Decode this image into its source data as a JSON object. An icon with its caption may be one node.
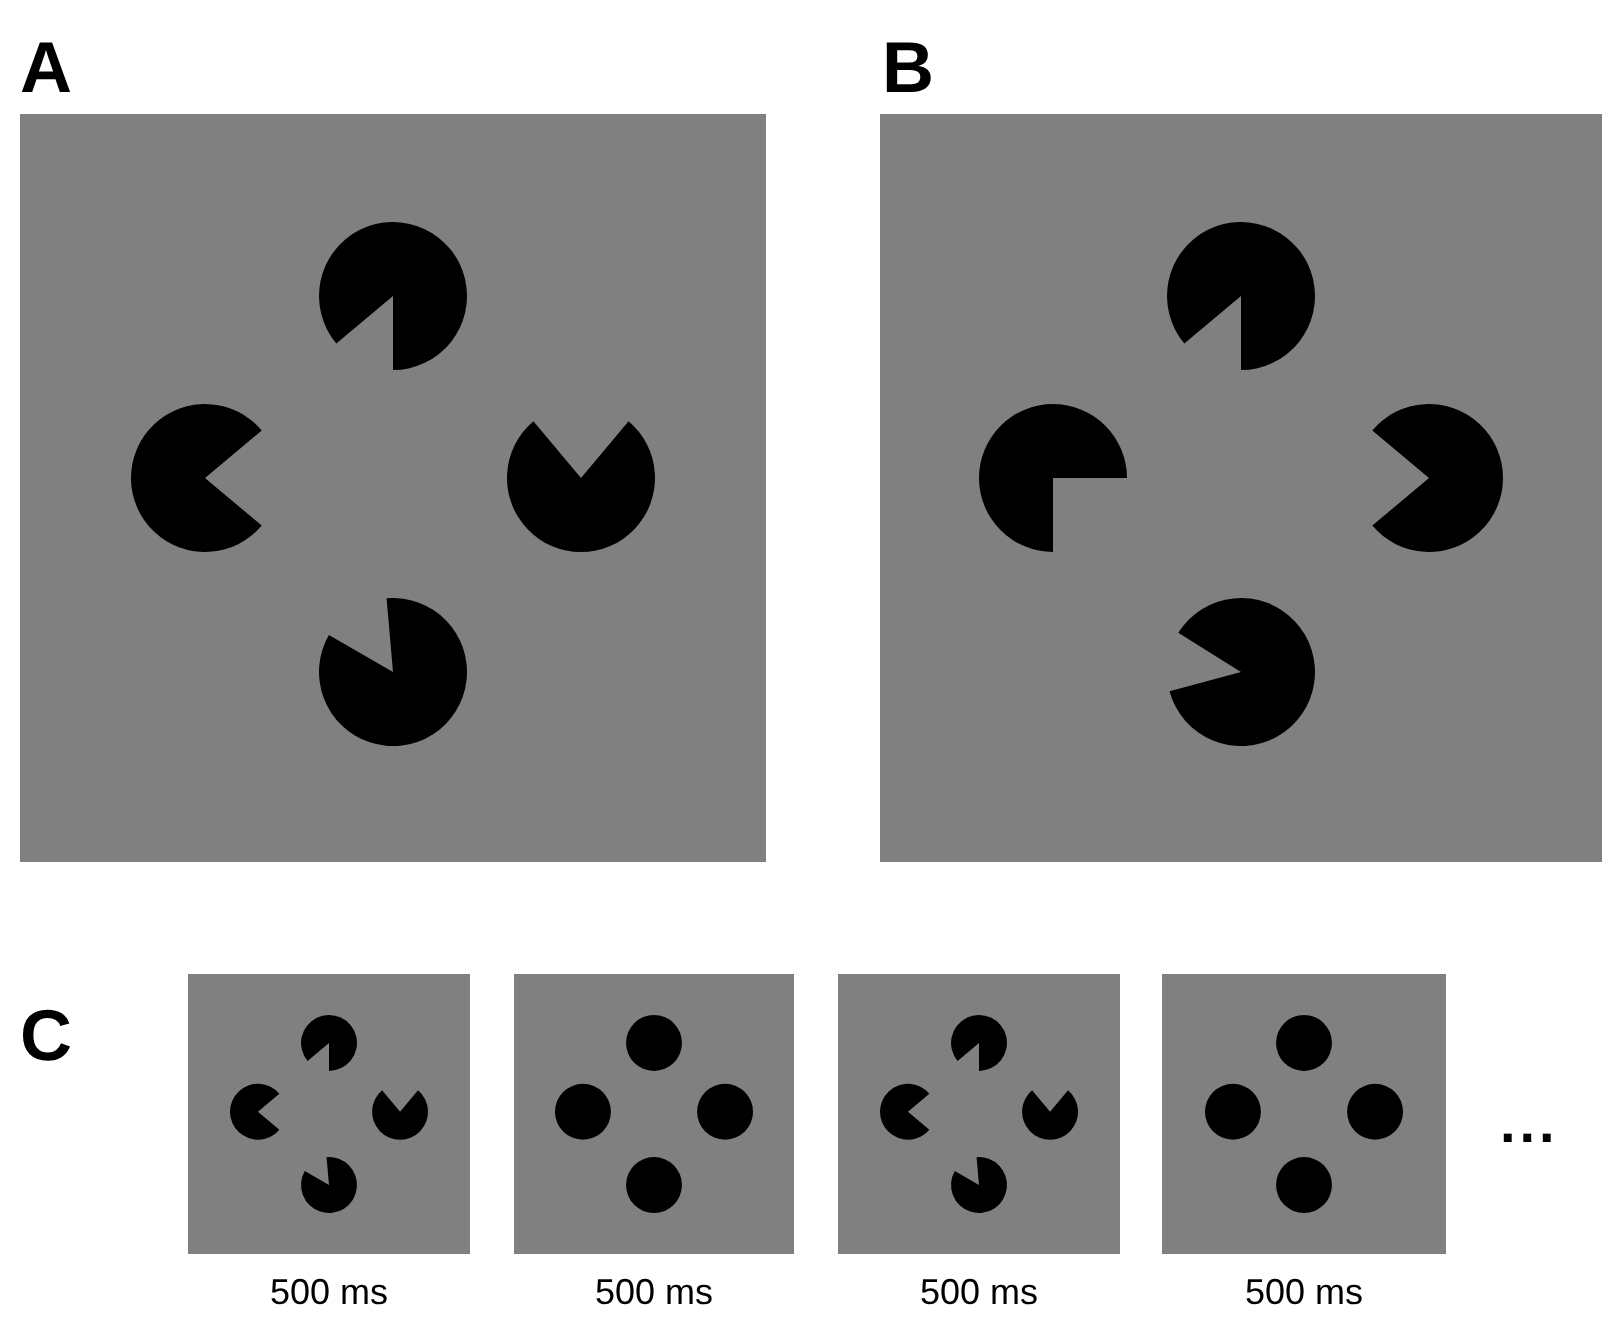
{
  "diagram": {
    "nodes": [
      {
        "text": [],
        "shape": "picture"
      },
      {
        "text": [],
        "shape": "picture"
      },
      {
        "text": [],
        "shape": "picture",
        "beside": [
          "500 ms"
        ]
      },
      {
        "text": [],
        "shape": "picture",
        "beside": [
          "500 ms"
        ]
      },
      {
        "text": [],
        "shape": "picture",
        "beside": [
          "500 ms"
        ]
      },
      {
        "text": [],
        "shape": "picture",
        "beside": [
          "500 ms"
        ]
      }
    ],
    "labels": [
      "A",
      "B",
      "C",
      "..."
    ]
  }
}
